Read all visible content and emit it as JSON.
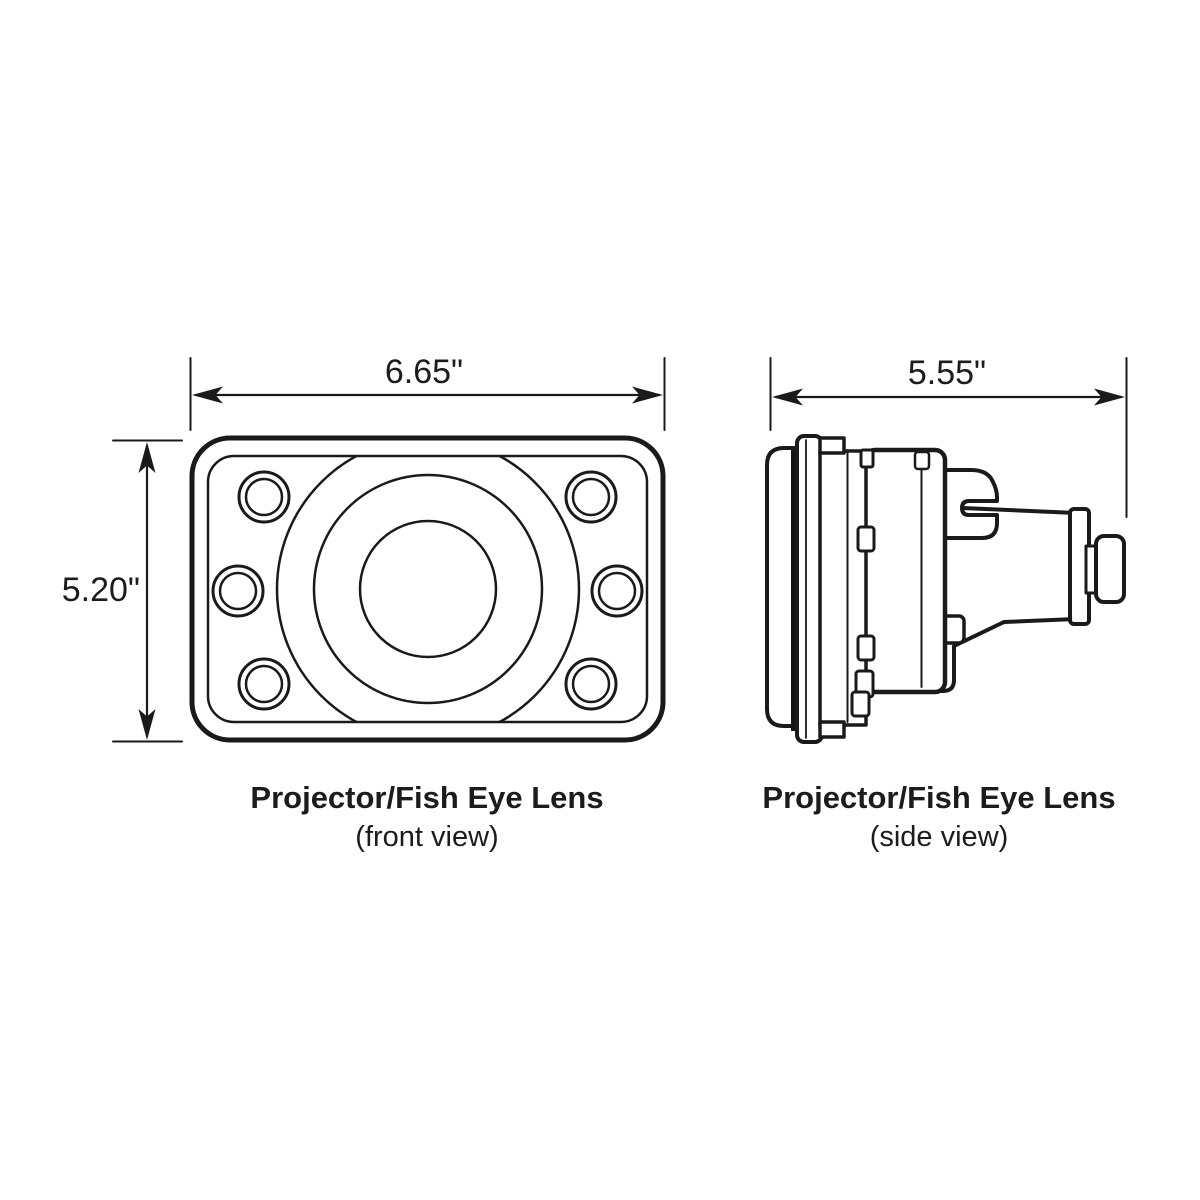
{
  "front_view": {
    "caption_title": "Projector/Fish Eye Lens",
    "caption_subtitle": "(front view)",
    "width_dimension_label": "6.65\"",
    "height_dimension_label": "5.20\""
  },
  "side_view": {
    "caption_title": "Projector/Fish Eye Lens",
    "caption_subtitle": "(side view)",
    "width_dimension_label": "5.55\""
  },
  "colors": {
    "line": "#1a1a1a",
    "background": "#ffffff"
  }
}
